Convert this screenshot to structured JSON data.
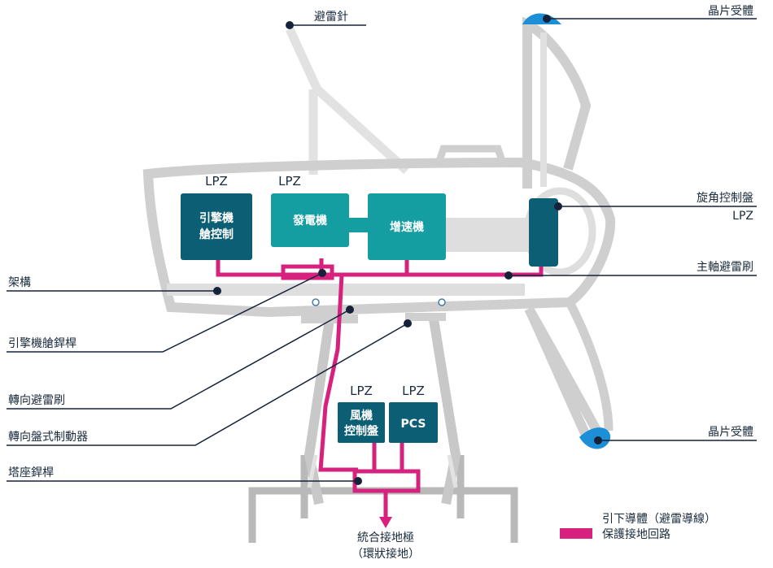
{
  "labels": {
    "lightning_rod": "避雷針",
    "blade_receptor_top": "晶片受體",
    "blade_receptor_bottom": "晶片受體",
    "pitch_control_line1": "旋角控制盤",
    "pitch_control_line2": "LPZ",
    "main_shaft_brush": "主軸避雷刷",
    "frame": "架構",
    "nacelle_bolt": "引擎機艙銲桿",
    "yaw_brush": "轉向避雷刷",
    "yaw_brake": "轉向盤式制動器",
    "tower_bolt": "塔座銲桿",
    "earth_line1": "統合接地極",
    "earth_line2": "（環狀接地）"
  },
  "boxes": {
    "nacelle_control": {
      "lpz": "LPZ",
      "line1": "引擎機",
      "line2": "艙控制"
    },
    "generator": {
      "lpz": "LPZ",
      "line1": "發電機"
    },
    "gearbox": {
      "line1": "增速機"
    },
    "turbine_control": {
      "lpz": "LPZ",
      "line1": "風機",
      "line2": "控制盤"
    },
    "pcs": {
      "lpz": "LPZ",
      "line1": "PCS"
    }
  },
  "legend": {
    "line1": "引下導體（避雷導線）",
    "line2": "保護接地回路"
  },
  "colors": {
    "conductor": "#d6227e",
    "dark_teal": "#0b5e73",
    "teal": "#149ea2",
    "receptor": "#1d8fd6",
    "outline": "#c8c8c8",
    "leader": "#16213a"
  }
}
